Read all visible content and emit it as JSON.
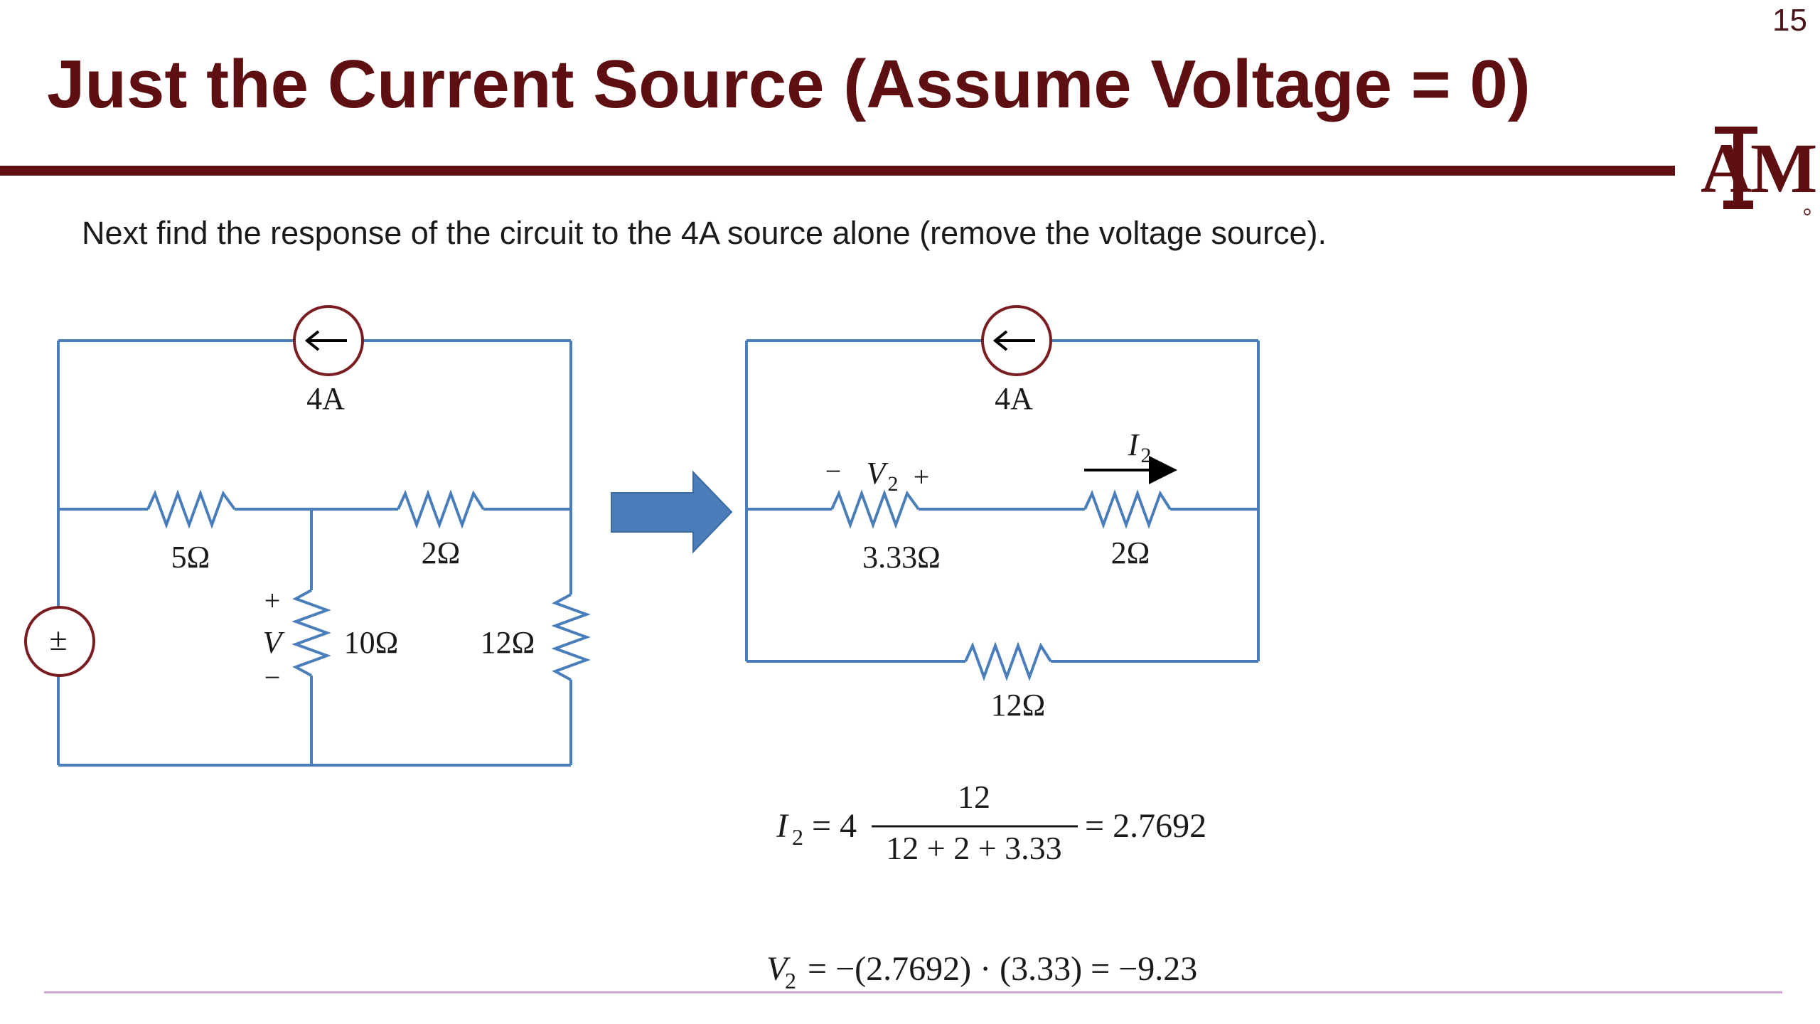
{
  "slide": {
    "number": "15",
    "title": "Just the Current Source (Assume Voltage = 0)",
    "intro": "Next find the response of the circuit to the 4A source alone (remove the voltage source).",
    "logo_text": "ATM"
  },
  "left_circuit": {
    "current_source_label": "4A",
    "r1_label": "5Ω",
    "r2_label": "2Ω",
    "r3_label": "10Ω",
    "r4_label": "12Ω",
    "v_label": "V",
    "v_plus": "+",
    "v_minus": "−",
    "voltage_source_symbol": "±"
  },
  "right_circuit": {
    "current_source_label": "4A",
    "r_a_label": "3.33Ω",
    "r_b_label": "2Ω",
    "r_c_label": "12Ω",
    "v2_minus": "−",
    "v2_label": "V",
    "v2_sub": "2",
    "v2_plus": "+",
    "i2_label": "I",
    "i2_sub": "2"
  },
  "equations": {
    "i2_lhs": "I",
    "i2_lhs_sub": "2",
    "i2_eq": "= 4",
    "i2_num": "12",
    "i2_den": "12 + 2 + 3.33",
    "i2_result": "= 2.7692",
    "v2_lhs": "V",
    "v2_lhs_sub": "2",
    "v2_expr": "= −(2.7692) · (3.33) = −9.23"
  },
  "colors": {
    "wire": "#4a7ebb",
    "source": "#7a1d22",
    "title": "#5d0f12",
    "arrow_fill": "#4a7ebb"
  }
}
